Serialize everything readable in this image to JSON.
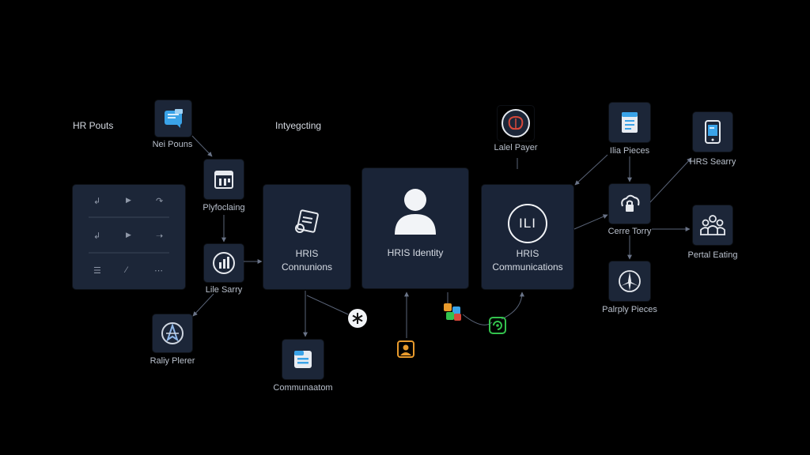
{
  "headers": {
    "hr_pouts": "HR Pouts",
    "integrating": "Intyegcting"
  },
  "labels": {
    "nei_pouns": "Nei Pouns",
    "plytecting": "Plyfoclaing",
    "lile_sarry": "Lile Sarry",
    "raliy_plerer": "Raliy Plerer",
    "communiatom": "Communaatom",
    "lalel_payer": "Lalel Payer",
    "ilia_pieces": "Ilia Pieces",
    "hris_searry": "HRS Searry",
    "cerre_torry": "Cerre Torry",
    "pertal_eating": "Pertal Eating",
    "palrply_pieces": "Palrply Pieces"
  },
  "nodes": {
    "hris_connunions": {
      "line1": "HRIS",
      "line2": "Connunions"
    },
    "hris_identity": {
      "line1": "HRIS Identity"
    },
    "hris_communications": {
      "line1": "HRIS",
      "line2": "Communications",
      "icon_text": "ILI"
    }
  },
  "panel": {
    "rows": [
      [
        "↲",
        "▶",
        "↷"
      ],
      [
        "↲",
        "▶",
        "➝"
      ],
      [
        "☰",
        "⁄",
        "⋯"
      ]
    ]
  },
  "colors": {
    "background": "#000000",
    "node": "#1c2638",
    "line": "#5a6478",
    "accent_blue": "#3aa3e8",
    "accent_red": "#d8483a",
    "accent_green": "#33c24d",
    "accent_orange": "#e89a2c"
  }
}
